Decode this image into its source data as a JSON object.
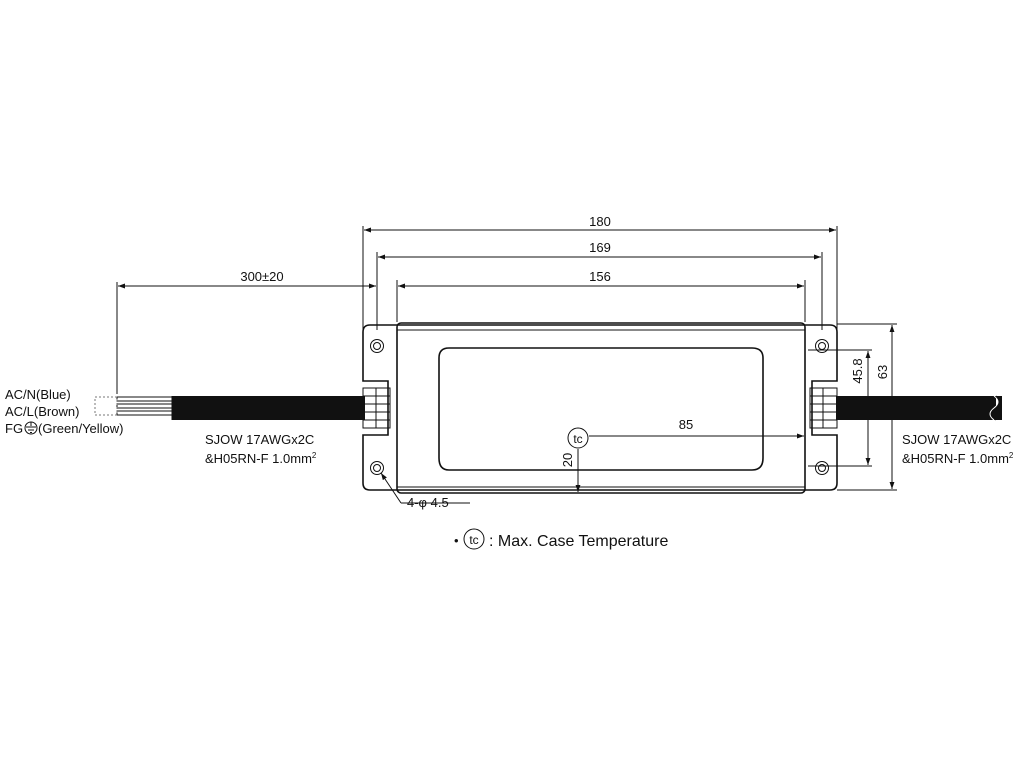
{
  "dimensions": {
    "overall_length": "180",
    "mount_hole_pitch": "169",
    "body_length": "156",
    "cable_length": "300±20",
    "height_total": "63",
    "height_inner": "45.8",
    "tc_x": "85",
    "tc_y": "20",
    "mount_holes": "4-φ 4.5"
  },
  "wires": {
    "line1": "AC/N(Blue)",
    "line2": "AC/L(Brown)",
    "line3_prefix": "FG",
    "line3_suffix": "(Green/Yellow)"
  },
  "cable_spec": {
    "left_line1": "SJOW 17AWGx2C",
    "left_line2": "&H05RN-F 1.0mm",
    "left_sup": "2",
    "right_line1": "SJOW 17AWGx2C",
    "right_line2": "&H05RN-F 1.0mm",
    "right_sup": "2"
  },
  "tc_symbol": "tc",
  "legend": {
    "bullet": "•",
    "symbol": "tc",
    "text": ": Max. Case Temperature"
  }
}
